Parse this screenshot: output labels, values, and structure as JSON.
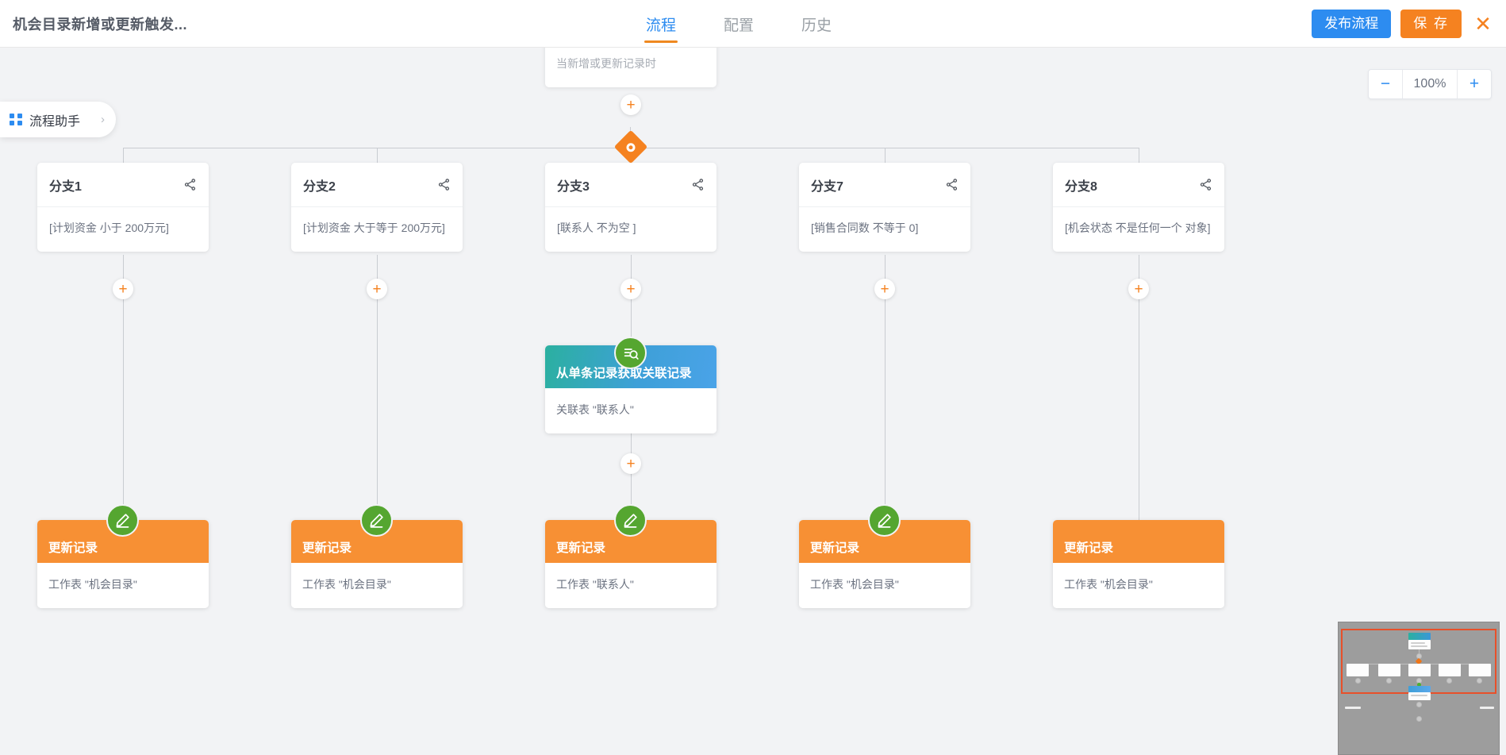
{
  "header": {
    "title": "机会目录新增或更新触发...",
    "tabs": [
      {
        "label": "流程",
        "active": true
      },
      {
        "label": "配置",
        "active": false
      },
      {
        "label": "历史",
        "active": false
      }
    ],
    "publish_label": "发布流程",
    "save_label": "保 存",
    "close_glyph": "✕"
  },
  "zoom": {
    "minus": "−",
    "value": "100%",
    "plus": "+"
  },
  "assistant": {
    "label": "流程助手",
    "chevron": "›"
  },
  "trigger": {
    "subtitle": "当新增或更新记录时"
  },
  "connectors": {
    "plus_glyph": "+"
  },
  "branches": [
    {
      "title": "分支1",
      "condition": "[计划资金 小于 200万元]"
    },
    {
      "title": "分支2",
      "condition": "[计划资金 大于等于 200万元]"
    },
    {
      "title": "分支3",
      "condition": "[联系人 不为空 ]"
    },
    {
      "title": "分支7",
      "condition": "[销售合同数 不等于 0]"
    },
    {
      "title": "分支8",
      "condition": "[机会状态 不是任何一个 对象]"
    }
  ],
  "lookup_node": {
    "title": "从单条记录获取关联记录",
    "detail": "关联表 \"联系人\"",
    "icon": "list-search-icon"
  },
  "update_nodes": [
    {
      "title": "更新记录",
      "detail": "工作表 \"机会目录\""
    },
    {
      "title": "更新记录",
      "detail": "工作表 \"机会目录\""
    },
    {
      "title": "更新记录",
      "detail": "工作表 \"联系人\""
    },
    {
      "title": "更新记录",
      "detail": "工作表 \"机会目录\""
    },
    {
      "title": "更新记录",
      "detail": "工作表 \"机会目录\""
    }
  ],
  "colors": {
    "brand_blue": "#2d8cf0",
    "brand_orange": "#f58220",
    "node_orange": "#f79034",
    "badge_green": "#55a630",
    "canvas_bg": "#f2f3f5",
    "minimap_bg": "#9d9d9d",
    "viewport_border": "#e8502a"
  }
}
